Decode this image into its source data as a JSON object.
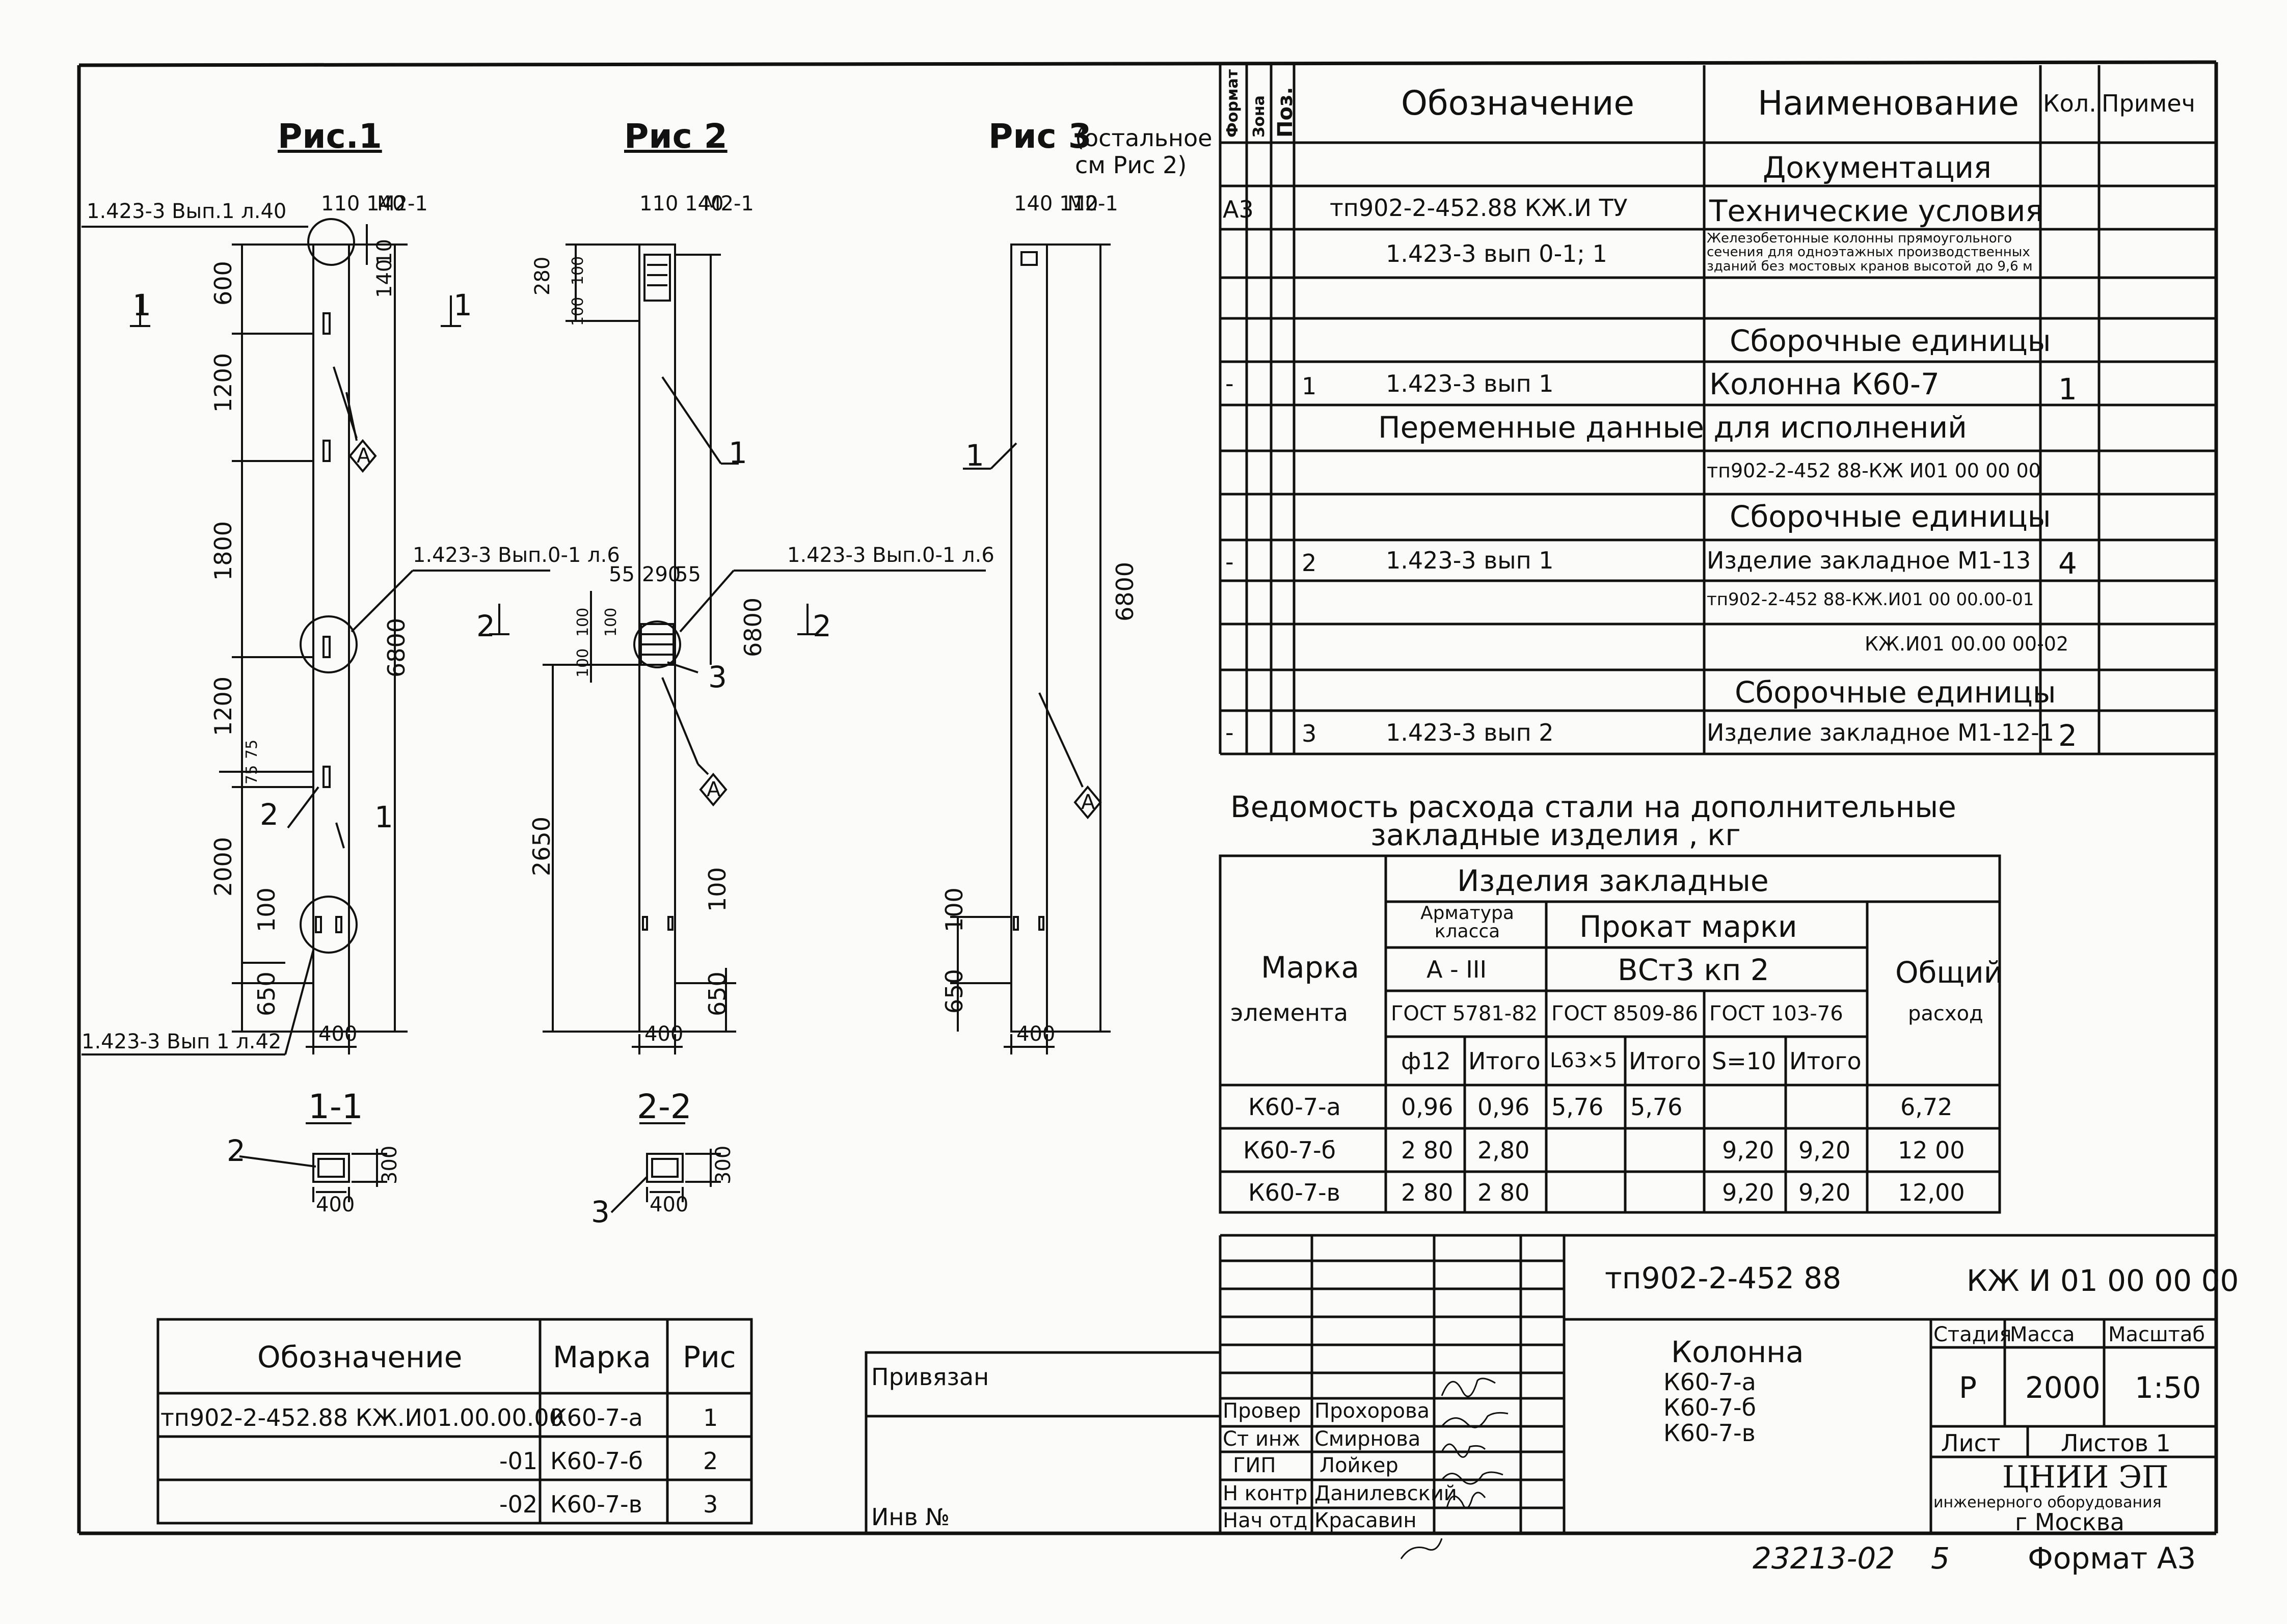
{
  "figures": {
    "fig1": {
      "title": "Рис.1",
      "ref_top": "1.423-3 Вып.1 л.40",
      "top_dims": "110 140",
      "top_mark": "М2-1",
      "dim_10": "10",
      "dim_140": "140",
      "section_mark": "1",
      "dims_left": [
        "600",
        "1200",
        "1800",
        "1200",
        "2000",
        "650",
        "100"
      ],
      "dim_total": "6800",
      "dim_75": "75",
      "dim_75b": "75",
      "callout_A": "А",
      "ref_mid": "1.423-3 Вып.0-1 л.6",
      "ref_bottom": "1.423-3 Вып 1 л.42",
      "pos_1": "1",
      "pos_2": "2",
      "width": "400"
    },
    "fig2": {
      "title": "Рис 2",
      "top_dims": "110 140",
      "top_mark": "М2-1",
      "dims_left_top": [
        "280",
        "100",
        "100"
      ],
      "section_mark": "2",
      "dims_mid": [
        "55",
        "290",
        "55"
      ],
      "dims_mid_v": [
        "100",
        "100",
        "100"
      ],
      "dim_2650": "2650",
      "dim_total": "6800",
      "dim_100": "100",
      "dim_650": "650",
      "ref_mid": "1.423-3 Вып.0-1 л.6",
      "pos_1": "1",
      "pos_3": "3",
      "callout_A": "А",
      "width": "400"
    },
    "fig3": {
      "title": "Рис 3",
      "title_note": "(остальное см Рис 2)",
      "top_dims": "140 110",
      "top_mark": "М2-1",
      "pos_1": "1",
      "dim_total": "6800",
      "dim_650": "650",
      "dim_100": "100",
      "callout_A": "А",
      "width": "400"
    }
  },
  "sections": {
    "s11": {
      "label": "1-1",
      "pos": "2",
      "h": "300",
      "w": "400"
    },
    "s22": {
      "label": "2-2",
      "pos": "3",
      "h": "300",
      "w": "400"
    }
  },
  "spec": {
    "headers": {
      "format": "Формат",
      "zone": "Зона",
      "pos": "Поз.",
      "designation": "Обозначение",
      "name": "Наименование",
      "qty": "Кол.",
      "note": "Примеч"
    },
    "rows": [
      {
        "format": "",
        "pos": "",
        "designation": "",
        "name": "Документация",
        "qty": ""
      },
      {
        "format": "А3",
        "pos": "",
        "designation": "тп902-2-452.88        КЖ.И ТУ",
        "name": "Технические условия",
        "qty": ""
      },
      {
        "format": "",
        "pos": "",
        "designation": "1.423-3  вып 0-1; 1",
        "name": "Железобетонные колонны прямоугольного сечения для одноэтажных производственных зданий без мостовых кранов высотой до 9,6 м",
        "qty": ""
      },
      {
        "format": "",
        "pos": "",
        "designation": "",
        "name": "Сборочные единицы",
        "qty": ""
      },
      {
        "format": "-",
        "pos": "1",
        "designation": "1.423-3   вып 1",
        "name": "Колонна К60-7",
        "qty": "1"
      },
      {
        "format": "",
        "pos": "",
        "designation": "Переменные данные для исполнений",
        "name": "",
        "qty": ""
      },
      {
        "format": "",
        "pos": "",
        "designation": "",
        "name": "тп902-2-452 88-КЖ И01 00 00 00",
        "qty": ""
      },
      {
        "format": "",
        "pos": "",
        "designation": "",
        "name": "Сборочные единицы",
        "qty": ""
      },
      {
        "format": "-",
        "pos": "2",
        "designation": "1.423-3   вып 1",
        "name": "Изделие закладное М1-13",
        "qty": "4"
      },
      {
        "format": "",
        "pos": "",
        "designation": "",
        "name": "тп902-2-452 88-КЖ.И01 00 00.00-01",
        "qty": ""
      },
      {
        "format": "",
        "pos": "",
        "designation": "",
        "name": "КЖ.И01 00.00 00-02",
        "qty": ""
      },
      {
        "format": "",
        "pos": "",
        "designation": "",
        "name": "Сборочные единицы",
        "qty": ""
      },
      {
        "format": "-",
        "pos": "3",
        "designation": "1.423-3   вып 2",
        "name": "Изделие закладное М1-12-1",
        "qty": "2"
      }
    ]
  },
  "steel": {
    "title_line1": "Ведомость расхода стали на дополнительные",
    "title_line2": "закладные изделия , кг",
    "h_items": "Изделия закладные",
    "h_rebar": "Арматура класса",
    "h_rebar_class": "А - III",
    "h_rebar_gost": "ГОСТ 5781-82",
    "h_rolled": "Прокат марки",
    "h_rolled_grade": "ВСт3 кп 2",
    "h_gost1": "ГОСТ 8509-86",
    "h_gost2": "ГОСТ 103-76",
    "h_mark": "Марка",
    "h_element": "элемента",
    "h_total": "Общий",
    "h_total2": "расход",
    "sub": [
      "ф12",
      "Итого",
      "L63×5",
      "Итого",
      "S=10",
      "Итого"
    ],
    "rows": [
      {
        "mark": "К60-7-а",
        "v": [
          "0,96",
          "0,96",
          "5,76",
          "5,76",
          "",
          ""
        ],
        "total": "6,72"
      },
      {
        "mark": "К60-7-б",
        "v": [
          "2 80",
          "2,80",
          "",
          "",
          "9,20",
          "9,20"
        ],
        "total": "12 00"
      },
      {
        "mark": "К60-7-в",
        "v": [
          "2 80",
          "2 80",
          "",
          "",
          "9,20",
          "9,20"
        ],
        "total": "12,00"
      }
    ]
  },
  "marks": {
    "headers": {
      "designation": "Обозначение",
      "mark": "Марка",
      "fig": "Рис"
    },
    "rows": [
      {
        "designation": "тп902-2-452.88   КЖ.И01.00.00.00",
        "mark": "К60-7-а",
        "fig": "1"
      },
      {
        "designation": "-01",
        "mark": "К60-7-б",
        "fig": "2"
      },
      {
        "designation": "-02",
        "mark": "К60-7-в",
        "fig": "3"
      }
    ]
  },
  "title_block": {
    "project": "тп902-2-452 88",
    "code": "КЖ И 01 00 00 00",
    "privyazan": "Привязан",
    "inv": "Инв №",
    "roles": [
      {
        "role": "Провер",
        "name": "Прохорова"
      },
      {
        "role": "Ст инж",
        "name": "Смирнова"
      },
      {
        "role": "ГИП",
        "name": "Лойкер"
      },
      {
        "role": "Н контр",
        "name": "Данилевский"
      },
      {
        "role": "Нач отд",
        "name": "Красавин"
      }
    ],
    "item_title": "Колонна",
    "item_marks": [
      "К60-7-а",
      "К60-7-б",
      "К60-7-в"
    ],
    "stage_label": "Стадия",
    "mass_label": "Масса",
    "scale_label": "Масштаб",
    "stage": "Р",
    "mass": "2000",
    "scale": "1:50",
    "sheet_label": "Лист",
    "sheets_label": "Листов 1",
    "org_main": "ЦНИИ ЭП",
    "org_sub": "инженерного оборудования",
    "org_city": "г Москва"
  },
  "footer": {
    "number": "23213-02",
    "page": "5",
    "format": "Формат А3"
  }
}
